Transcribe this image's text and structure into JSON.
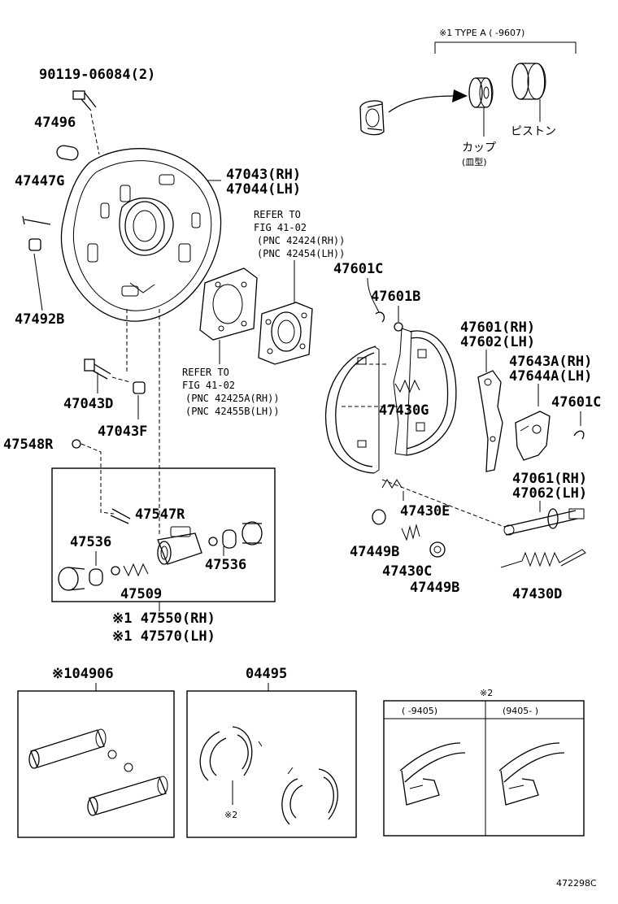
{
  "header_note": {
    "type_a": "※1 TYPE A (   -9607)",
    "cup": "カップ",
    "cup_type": "(皿型)",
    "piston": "ピストン"
  },
  "labels": {
    "p90119": "90119-06084(2)",
    "p47496": "47496",
    "p47447g": "47447G",
    "p47492b": "47492B",
    "p47043": "47043(RH)",
    "p47044": "47044(LH)",
    "p47043d": "47043D",
    "p47043f": "47043F",
    "p47548r": "47548R",
    "p47547r": "47547R",
    "p47536a": "47536",
    "p47536b": "47536",
    "p47509": "47509",
    "p47550": "※1 47550(RH)",
    "p47570": "※1 47570(LH)",
    "p47601c_a": "47601C",
    "p47601b": "47601B",
    "p47601": "47601(RH)",
    "p47602": "47602(LH)",
    "p47643a": "47643A(RH)",
    "p47644a": "47644A(LH)",
    "p47601c_b": "47601C",
    "p47430g": "47430G",
    "p47430e": "47430E",
    "p47061": "47061(RH)",
    "p47062": "47062(LH)",
    "p47449b_a": "47449B",
    "p47430c": "47430C",
    "p47449b_b": "47449B",
    "p47430d": "47430D",
    "p04906": "※104906",
    "p04495": "04495"
  },
  "refer_upper": {
    "line1": "REFER TO",
    "line2": "FIG 41-02",
    "line3": "(PNC 42424(RH))",
    "line4": "(PNC 42454(LH))"
  },
  "refer_lower": {
    "line1": "REFER TO",
    "line2": "FIG 41-02",
    "line3": "(PNC 42425A(RH))",
    "line4": "(PNC 42455B(LH))"
  },
  "note2": {
    "title": "※2",
    "col1": "(   -9405)",
    "col2": "(9405-    )",
    "mark": "※2"
  },
  "figure_id": "472298C"
}
